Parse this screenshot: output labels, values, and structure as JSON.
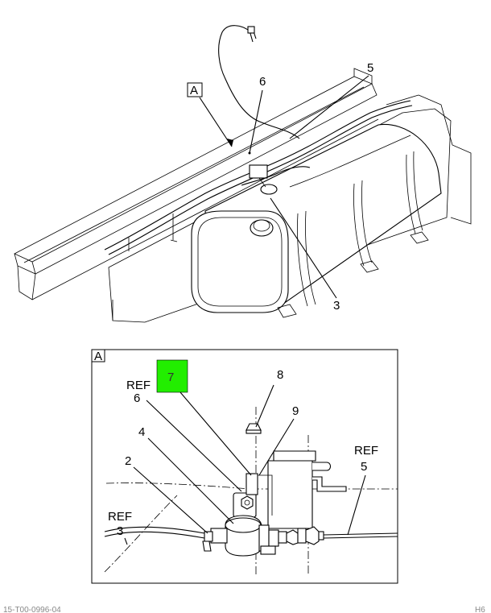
{
  "main_view": {
    "view_label": "A",
    "callouts": {
      "c6": "6",
      "c5": "5",
      "c3": "3"
    }
  },
  "detail_view": {
    "view_label": "A",
    "highlight_callout": "7",
    "highlight_color": "#22ee00",
    "callouts": {
      "ref_7": "REF",
      "c8": "8",
      "c6": "6",
      "c9": "9",
      "c4": "4",
      "c2": "2",
      "ref_5": "REF",
      "c5": "5",
      "ref_3": "REF",
      "c3": "3"
    }
  },
  "footer": {
    "left": "15-T00-0996-04",
    "right": "H6"
  }
}
